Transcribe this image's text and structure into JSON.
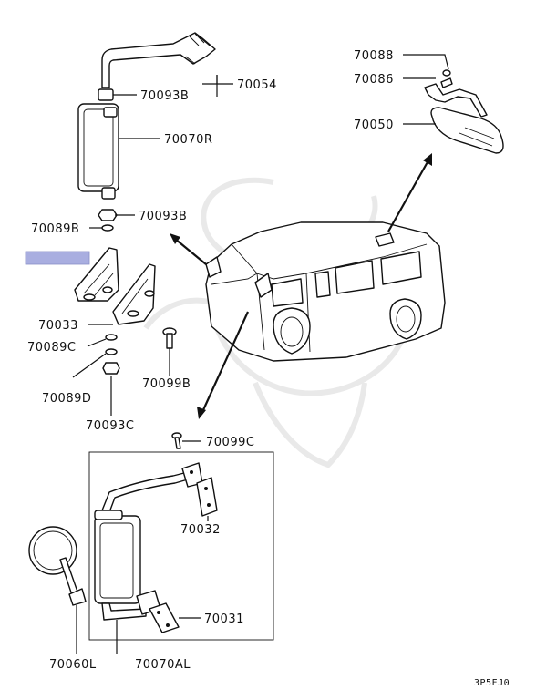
{
  "labels": {
    "p70088": "70088",
    "p70086": "70086",
    "p70050": "70050",
    "p70054": "70054",
    "p70093B_top": "70093B",
    "p70070R": "70070R",
    "p70093B_mid": "70093B",
    "p70089B": "70089B",
    "p70033": "70033",
    "p70089C": "70089C",
    "p70089D": "70089D",
    "p70093C": "70093C",
    "p70099B": "70099B",
    "p70099C": "70099C",
    "p70032": "70032",
    "p70031": "70031",
    "p70060L": "70060L",
    "p70070AL": "70070AL"
  },
  "diagram_code": "3P5FJ0",
  "highlight_color": "#a9aee0",
  "watermark": "samurai-helmet-logo"
}
